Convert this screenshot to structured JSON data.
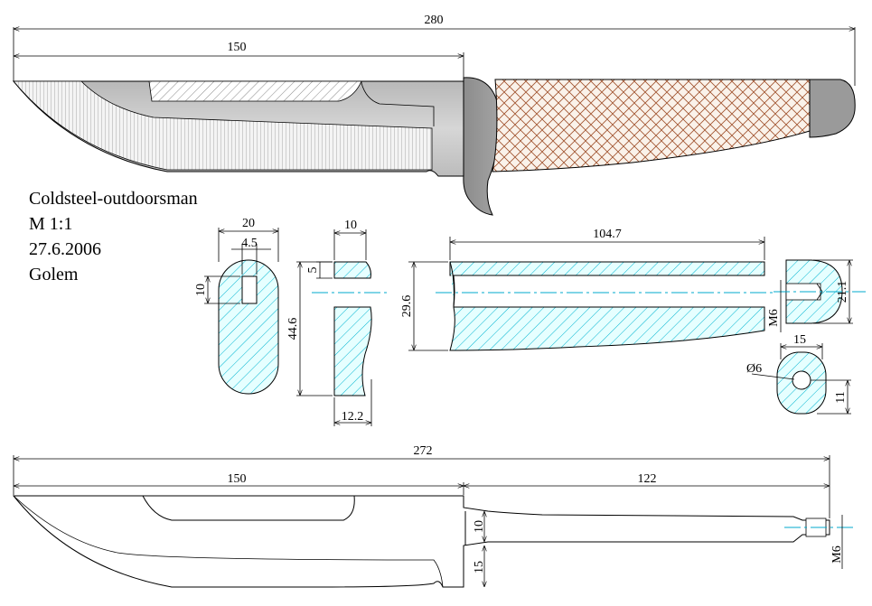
{
  "title_block": {
    "name": "Coldsteel-outdoorsman",
    "scale": "M 1:1",
    "date": "27.6.2006",
    "author": "Golem"
  },
  "dimensions": {
    "overall_length": "280",
    "blade_length": "150",
    "ferrule_width": "20",
    "slot_width": "4.5",
    "slot_height": "10",
    "guard_thickness": "10",
    "guard_offset": "5",
    "guard_height": "44.6",
    "guard_depth": "12.2",
    "handle_length": "104.7",
    "handle_height": "29.6",
    "pommel_height": "21.1",
    "pommel_thread": "M6",
    "pommel_width": "15",
    "pommel_hole": "Ø6",
    "pommel_hole_offset": "11",
    "blank_length": "272",
    "blank_blade": "150",
    "tang_length": "122",
    "tang_height": "10",
    "blade_root_height": "15",
    "tang_thread": "M6"
  },
  "colors": {
    "section_hatch": "#00b4d0",
    "section_fill": "#e6ffff",
    "guard": "#999999",
    "handle_weave": "#a0522d",
    "handle_bg": "#faf2ea",
    "blade_steel": "#c8c8c8"
  }
}
